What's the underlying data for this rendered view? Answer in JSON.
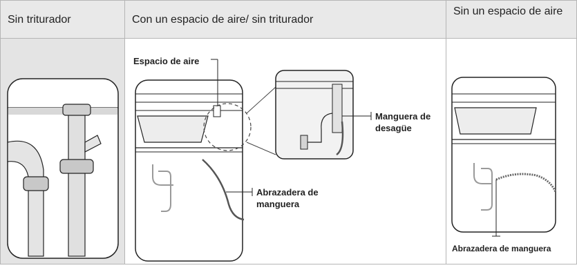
{
  "headers": {
    "col1": "Sin triturador",
    "col2": "Con un espacio de aire/ sin triturador",
    "col3": "Sin un espacio de aire"
  },
  "labels": {
    "air_gap": "Espacio de aire",
    "drain_hose_1": "Manguera de",
    "drain_hose_2": "desagüe",
    "hose_clamp_1": "Abrazadera de",
    "hose_clamp_2": "manguera",
    "hose_clamp_full": "Abrazadera de manguera"
  }
}
